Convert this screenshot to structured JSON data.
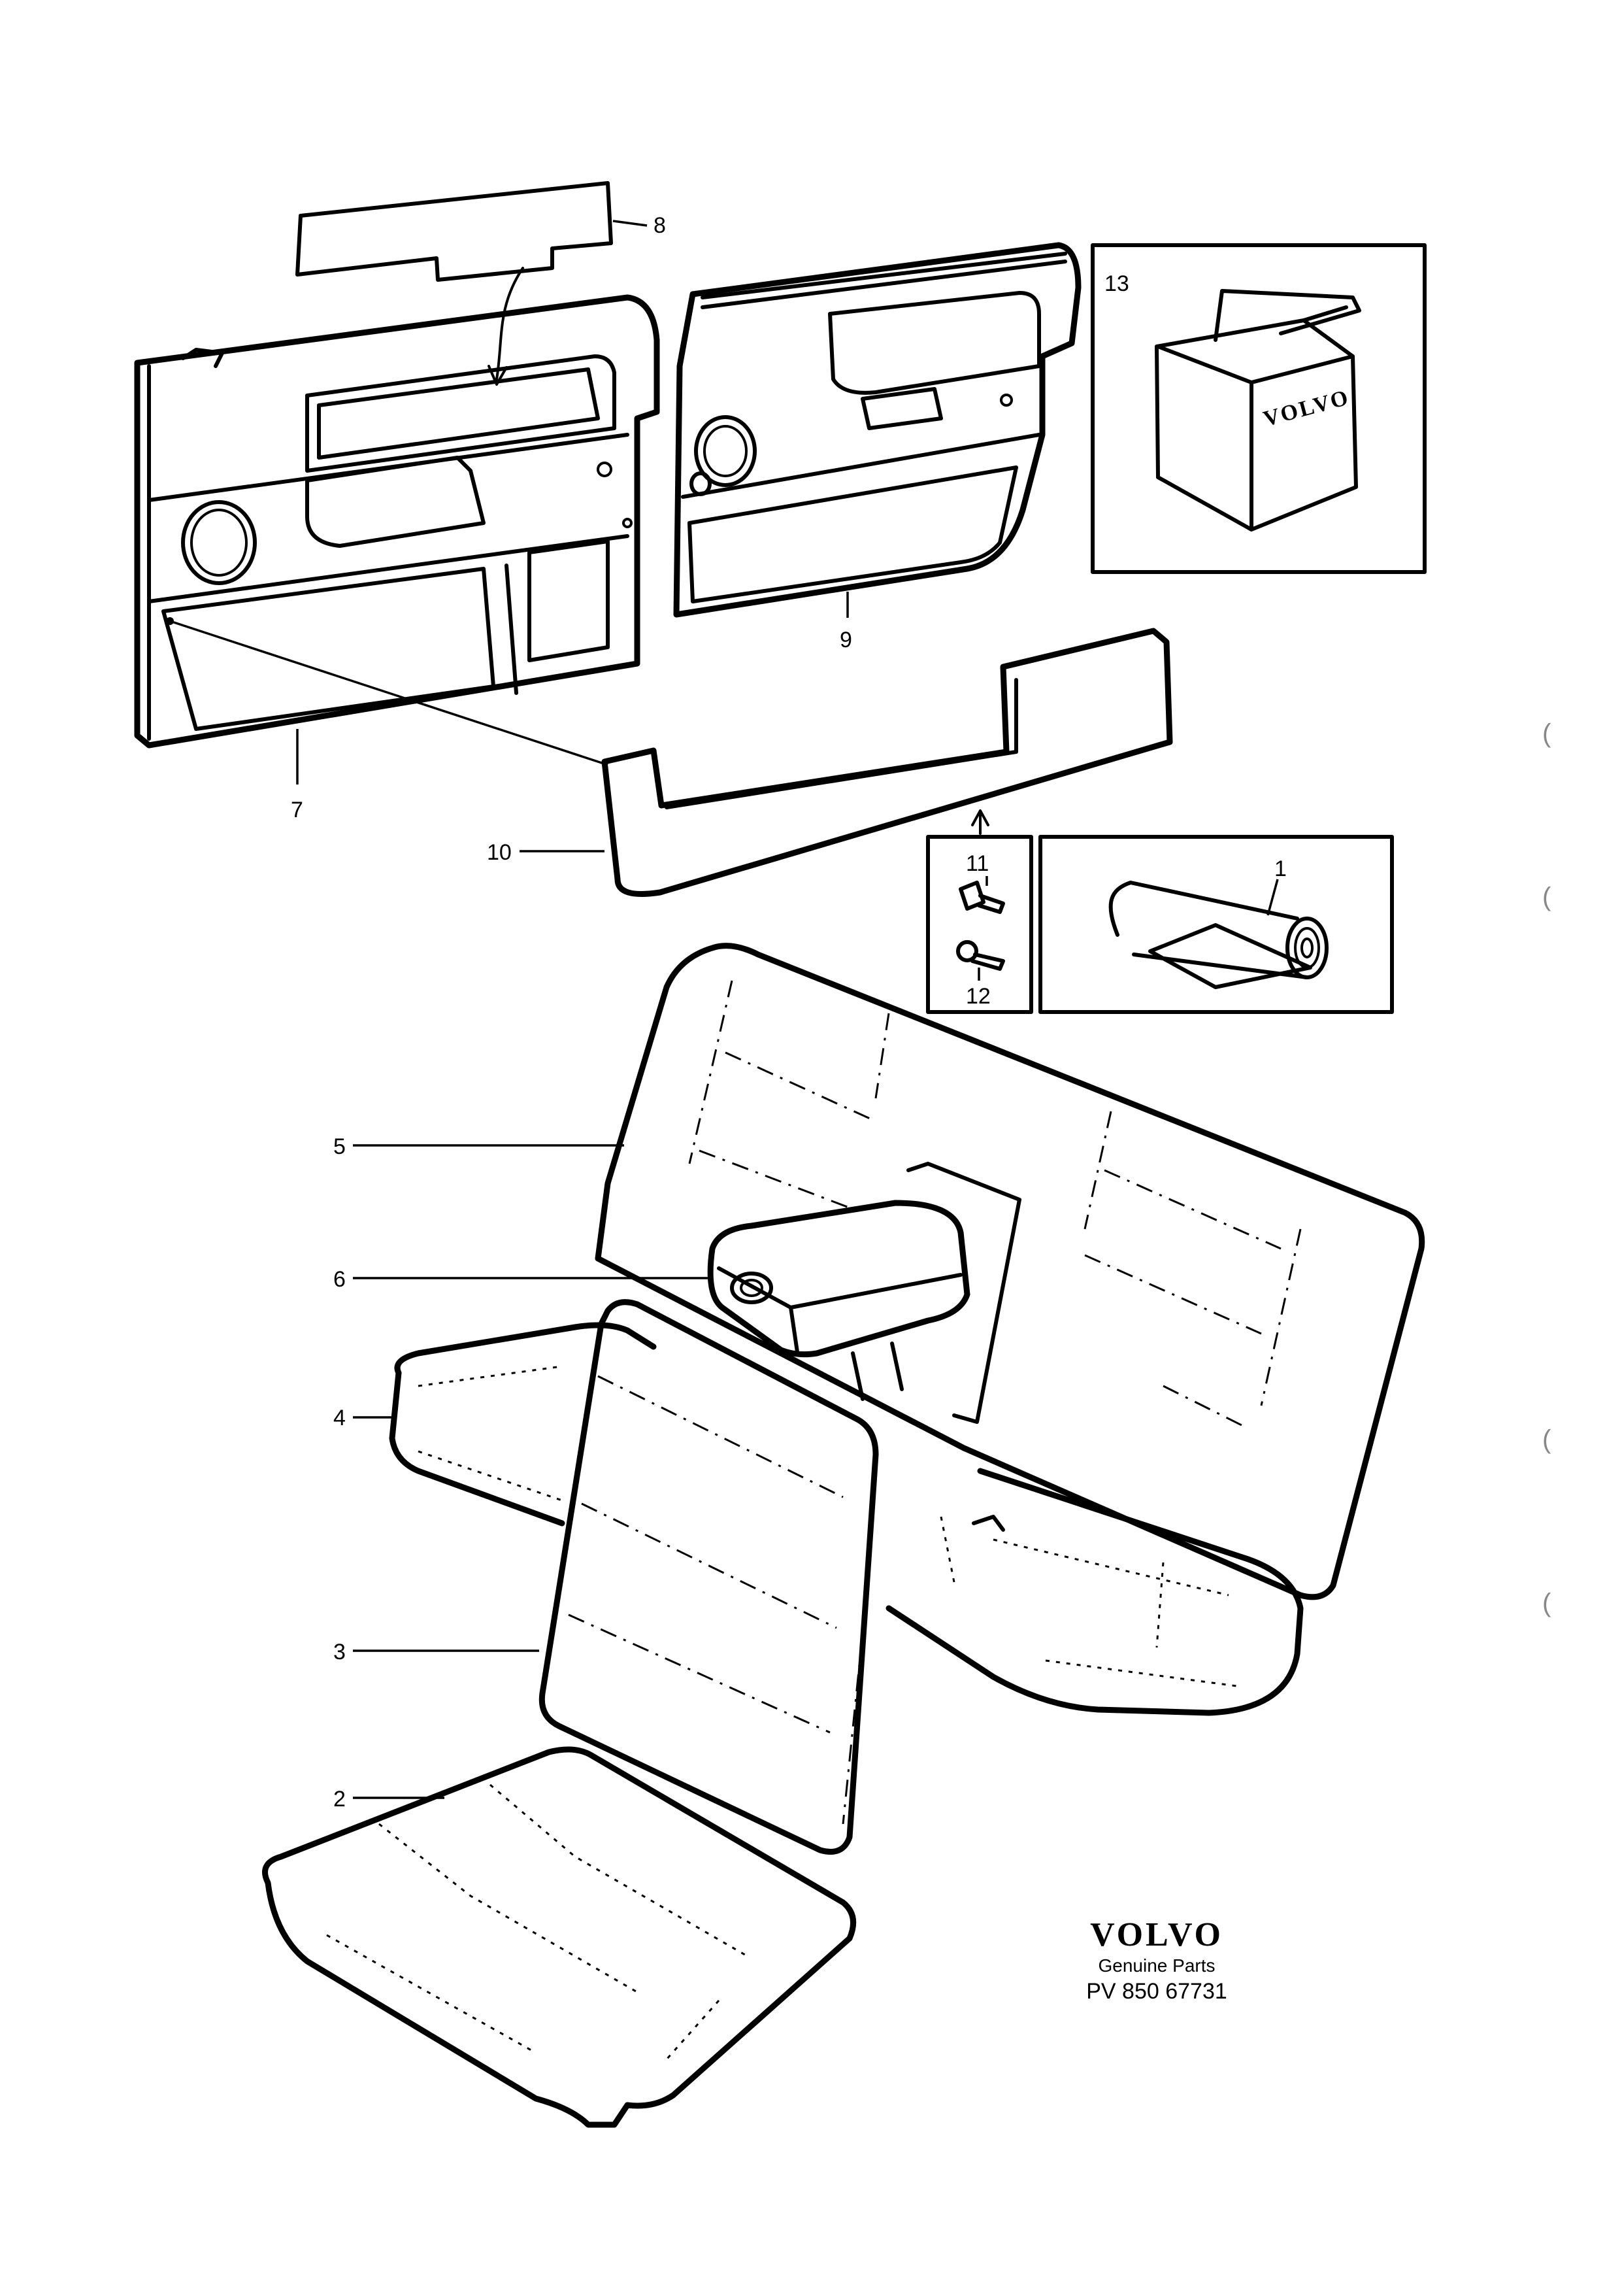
{
  "callouts": [
    {
      "id": "1",
      "label": "1"
    },
    {
      "id": "2",
      "label": "2"
    },
    {
      "id": "3",
      "label": "3"
    },
    {
      "id": "4",
      "label": "4"
    },
    {
      "id": "5",
      "label": "5"
    },
    {
      "id": "6",
      "label": "6"
    },
    {
      "id": "7",
      "label": "7"
    },
    {
      "id": "8",
      "label": "8"
    },
    {
      "id": "9",
      "label": "9"
    },
    {
      "id": "10",
      "label": "10"
    },
    {
      "id": "11",
      "label": "11"
    },
    {
      "id": "12",
      "label": "12"
    },
    {
      "id": "13",
      "label": "13"
    }
  ],
  "box_print": "VOLVO",
  "brand": {
    "name": "VOLVO",
    "subtitle": "Genuine Parts",
    "code": "PV 850 67731"
  },
  "margin_marks": [
    "(",
    "(",
    "(",
    "("
  ]
}
